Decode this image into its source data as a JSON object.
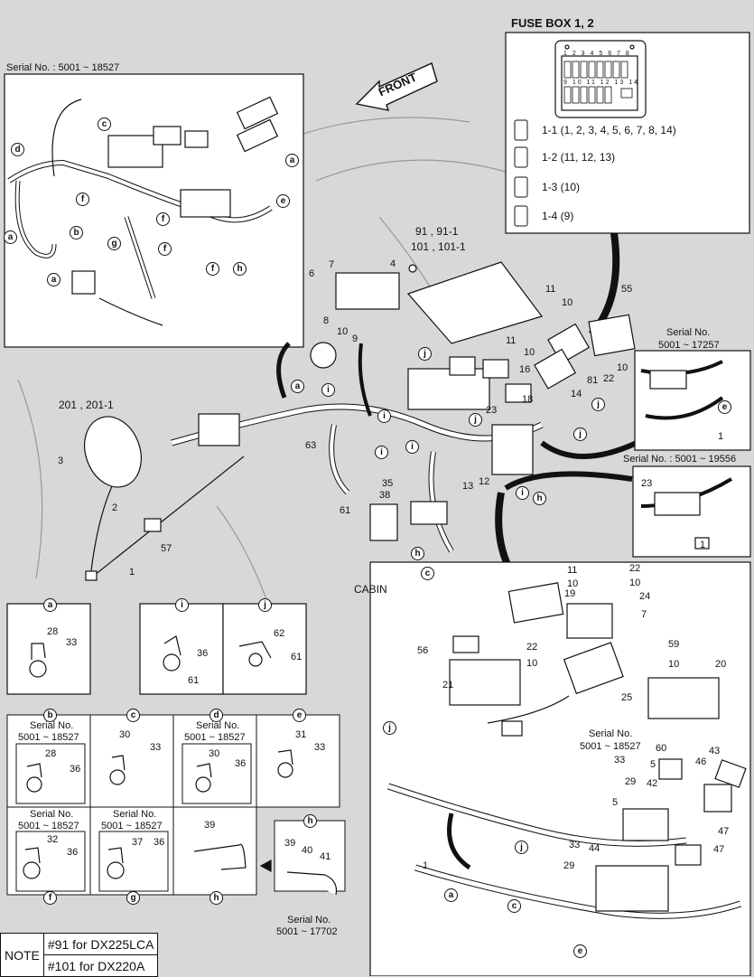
{
  "background_color": "#d8d8d8",
  "line_color": "#111111",
  "fuse_box": {
    "title": "FUSE BOX 1, 2",
    "top_numbers": "1 2 3 4 5 6 7 8",
    "bottom_numbers": "9 10 11 12 13 14",
    "rows": [
      {
        "id": "1-1",
        "text": "1-1 (1, 2, 3, 4, 5, 6, 7, 8, 14)"
      },
      {
        "id": "1-2",
        "text": "1-2 (11, 12, 13)"
      },
      {
        "id": "1-3",
        "text": "1-3 (10)"
      },
      {
        "id": "1-4",
        "text": "1-4 (9)"
      }
    ]
  },
  "front_arrow": "FRONT",
  "cabin_label": "CABIN",
  "serial_labels": {
    "top_left": "Serial No. : 5001 ~ 18527",
    "right_1_a": "Serial No.",
    "right_1_b": "5001 ~ 17257",
    "right_2": "Serial No. : 5001 ~ 19556",
    "b_cell_a": "Serial No.",
    "b_cell_b": "5001 ~ 18527",
    "d_cell_a": "Serial No.",
    "d_cell_b": "5001 ~ 18527",
    "f_cell_a": "Serial No.",
    "f_cell_b": "5001 ~ 18527",
    "g_cell_a": "Serial No.",
    "g_cell_b": "5001 ~ 18527",
    "h_box": "Serial No.",
    "h_box_b": "5001 ~ 17702",
    "bottom_right_a": "Serial No.",
    "bottom_right_b": "5001 ~ 18527"
  },
  "main_labels": {
    "ecu": "91 , 91-1",
    "ecu2": "101 , 101-1",
    "speaker": "201 , 201-1"
  },
  "note": {
    "label": "NOTE",
    "line1": "#91 for DX225LCA",
    "line2": "#101 for DX220A"
  },
  "callouts": {
    "a": "a",
    "b": "b",
    "c": "c",
    "d": "d",
    "e": "e",
    "f": "f",
    "g": "g",
    "h": "h",
    "i": "i",
    "j": "j"
  },
  "part_numbers": {
    "n1": "1",
    "n2": "2",
    "n3": "3",
    "n4": "4",
    "n5": "5",
    "n6": "6",
    "n7": "7",
    "n8": "8",
    "n9": "9",
    "n10": "10",
    "n11": "11",
    "n12": "12",
    "n13": "13",
    "n14": "14",
    "n16": "16",
    "n18": "18",
    "n19": "19",
    "n20": "20",
    "n21": "21",
    "n22": "22",
    "n23": "23",
    "n24": "24",
    "n25": "25",
    "n28": "28",
    "n29": "29",
    "n30": "30",
    "n31": "31",
    "n32": "32",
    "n33": "33",
    "n35": "35",
    "n36": "36",
    "n37": "37",
    "n38": "38",
    "n39": "39",
    "n40": "40",
    "n41": "41",
    "n42": "42",
    "n43": "43",
    "n44": "44",
    "n46": "46",
    "n47": "47",
    "n55": "55",
    "n56": "56",
    "n57": "57",
    "n59": "59",
    "n60": "60",
    "n61": "61",
    "n62": "62",
    "n63": "63",
    "n81": "81"
  }
}
